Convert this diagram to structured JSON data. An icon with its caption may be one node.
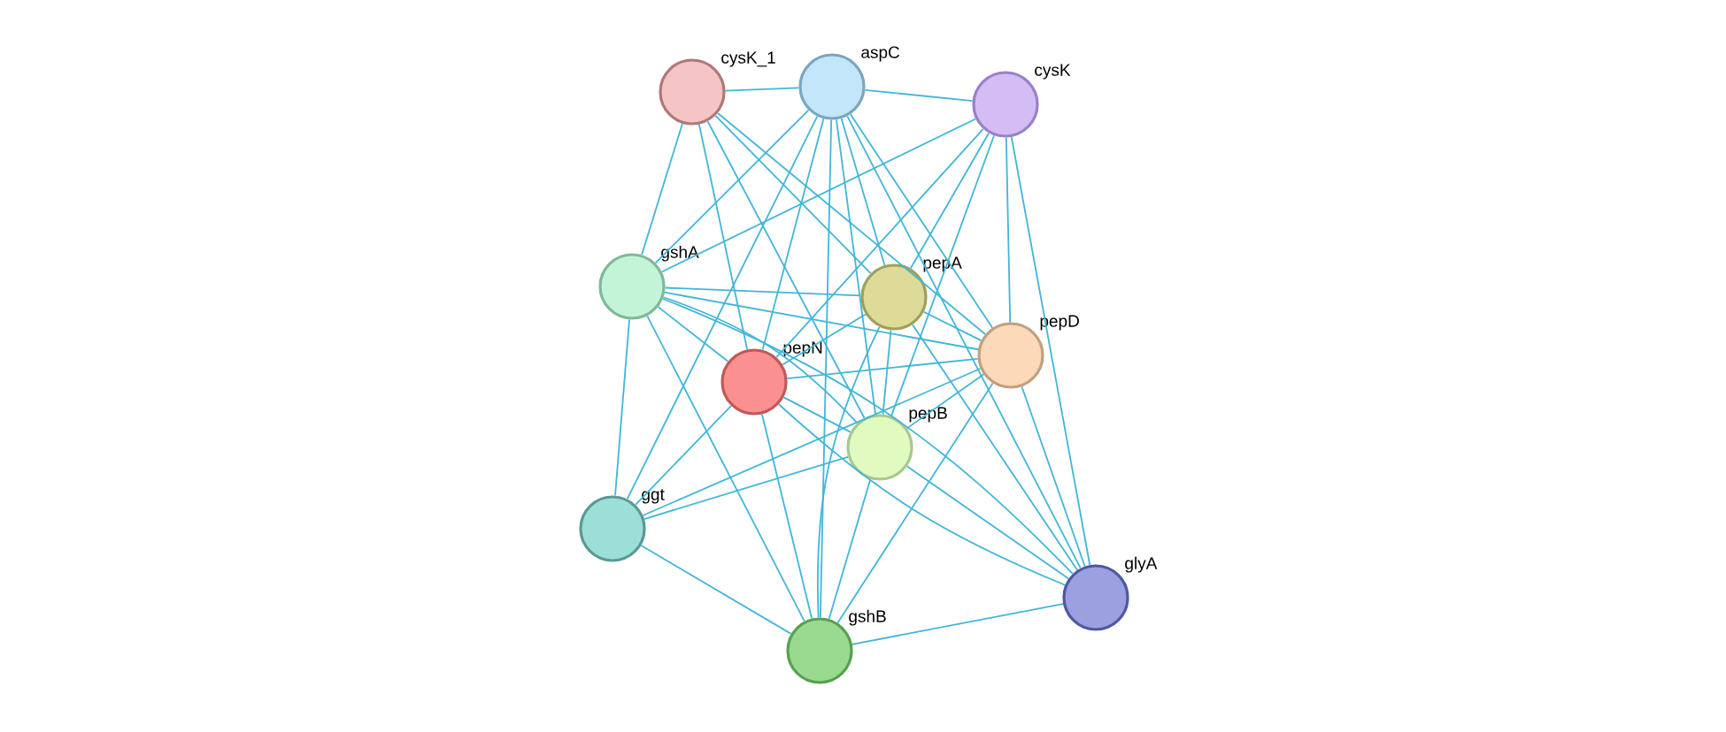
{
  "diagram": {
    "nodes": [
      {
        "text": [
          "cysK_1"
        ]
      },
      {
        "text": [
          "aspC"
        ]
      },
      {
        "text": [
          "cysK"
        ]
      },
      {
        "text": [
          "gshA"
        ]
      },
      {
        "text": [
          "pepA"
        ]
      },
      {
        "text": [
          "pepD"
        ]
      },
      {
        "text": [
          "pepN"
        ]
      },
      {
        "text": [
          "pepB"
        ]
      },
      {
        "text": [
          "ggt"
        ]
      },
      {
        "text": [
          "glyA"
        ]
      },
      {
        "text": [
          "gshB"
        ]
      }
    ],
    "edges": [
      {
        "from": 0,
        "to": 1,
        "arrow": "none"
      },
      {
        "from": 0,
        "to": 3,
        "arrow": "none"
      },
      {
        "from": 0,
        "to": 4,
        "arrow": "none"
      },
      {
        "from": 0,
        "to": 5,
        "arrow": "none"
      },
      {
        "from": 0,
        "to": 6,
        "arrow": "none"
      },
      {
        "from": 0,
        "to": 7,
        "arrow": "none"
      },
      {
        "from": 1,
        "to": 2,
        "arrow": "none"
      },
      {
        "from": 1,
        "to": 3,
        "arrow": "none"
      },
      {
        "from": 1,
        "to": 4,
        "arrow": "none"
      },
      {
        "from": 1,
        "to": 5,
        "arrow": "none"
      },
      {
        "from": 1,
        "to": 6,
        "arrow": "none"
      },
      {
        "from": 1,
        "to": 7,
        "arrow": "none"
      },
      {
        "from": 1,
        "to": 8,
        "arrow": "none"
      },
      {
        "from": 1,
        "to": 9,
        "arrow": "none"
      },
      {
        "from": 1,
        "to": 10,
        "arrow": "none"
      },
      {
        "from": 2,
        "to": 3,
        "arrow": "none"
      },
      {
        "from": 2,
        "to": 4,
        "arrow": "none"
      },
      {
        "from": 2,
        "to": 5,
        "arrow": "none"
      },
      {
        "from": 2,
        "to": 6,
        "arrow": "none"
      },
      {
        "from": 2,
        "to": 7,
        "arrow": "none"
      },
      {
        "from": 2,
        "to": 9,
        "arrow": "none"
      },
      {
        "from": 3,
        "to": 4,
        "arrow": "none"
      },
      {
        "from": 3,
        "to": 5,
        "arrow": "none"
      },
      {
        "from": 3,
        "to": 6,
        "arrow": "none"
      },
      {
        "from": 3,
        "to": 7,
        "arrow": "none"
      },
      {
        "from": 3,
        "to": 8,
        "arrow": "none"
      },
      {
        "from": 3,
        "to": 9,
        "arrow": "none"
      },
      {
        "from": 3,
        "to": 10,
        "arrow": "none"
      },
      {
        "from": 4,
        "to": 5,
        "arrow": "none"
      },
      {
        "from": 4,
        "to": 6,
        "arrow": "none"
      },
      {
        "from": 4,
        "to": 7,
        "arrow": "none"
      },
      {
        "from": 4,
        "to": 9,
        "arrow": "none"
      },
      {
        "from": 4,
        "to": 10,
        "arrow": "none"
      },
      {
        "from": 5,
        "to": 6,
        "arrow": "none"
      },
      {
        "from": 5,
        "to": 7,
        "arrow": "none"
      },
      {
        "from": 5,
        "to": 8,
        "arrow": "none"
      },
      {
        "from": 5,
        "to": 9,
        "arrow": "none"
      },
      {
        "from": 5,
        "to": 10,
        "arrow": "none"
      },
      {
        "from": 6,
        "to": 7,
        "arrow": "none"
      },
      {
        "from": 6,
        "to": 8,
        "arrow": "none"
      },
      {
        "from": 6,
        "to": 9,
        "arrow": "none"
      },
      {
        "from": 6,
        "to": 10,
        "arrow": "none"
      },
      {
        "from": 7,
        "to": 8,
        "arrow": "none"
      },
      {
        "from": 7,
        "to": 9,
        "arrow": "none"
      },
      {
        "from": 7,
        "to": 10,
        "arrow": "none"
      },
      {
        "from": 8,
        "to": 10,
        "arrow": "none"
      },
      {
        "from": 9,
        "to": 10,
        "arrow": "none"
      }
    ]
  }
}
